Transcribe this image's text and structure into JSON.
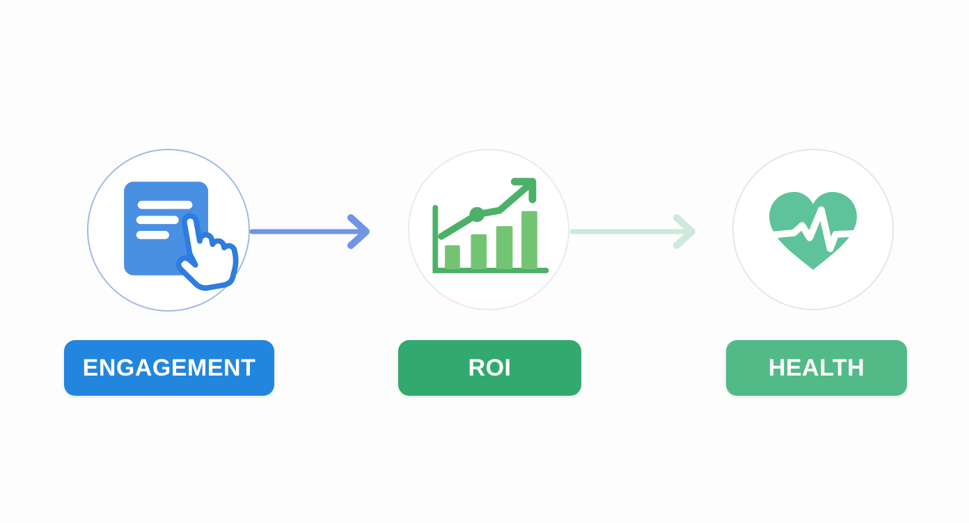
{
  "diagram": {
    "background": "#fdfdfd",
    "flow_description": "three-stage flow left to right",
    "stages": [
      {
        "id": "engagement",
        "label": "ENGAGEMENT",
        "icon": "document-click-icon",
        "label_bg": "#2286de",
        "label_text_color": "#ffffff",
        "circle_border": "#a3b9e4",
        "icon_colors": {
          "document": "#4a90e2",
          "text_lines": "#ffffff",
          "cursor_outline": "#2e7ce0",
          "cursor_fill": "#ffffff"
        }
      },
      {
        "id": "roi",
        "label": "ROI",
        "icon": "bar-chart-growth-icon",
        "label_bg": "#31a96f",
        "label_text_color": "#ffffff",
        "circle_border": "#e7ebe9",
        "icon_colors": {
          "axis_and_trend": "#4cb168",
          "bars": "#72c473"
        }
      },
      {
        "id": "health",
        "label": "HEALTH",
        "icon": "heartbeat-icon",
        "label_bg": "#52ba87",
        "label_text_color": "#ffffff",
        "circle_border": "#dcebe4",
        "icon_colors": {
          "heart": "#5ec39a",
          "pulse_line": "#ffffff"
        }
      }
    ],
    "arrows": [
      {
        "from": "engagement",
        "to": "roi",
        "color": "#7094e6"
      },
      {
        "from": "roi",
        "to": "health",
        "color": "#cfe8db"
      }
    ]
  }
}
